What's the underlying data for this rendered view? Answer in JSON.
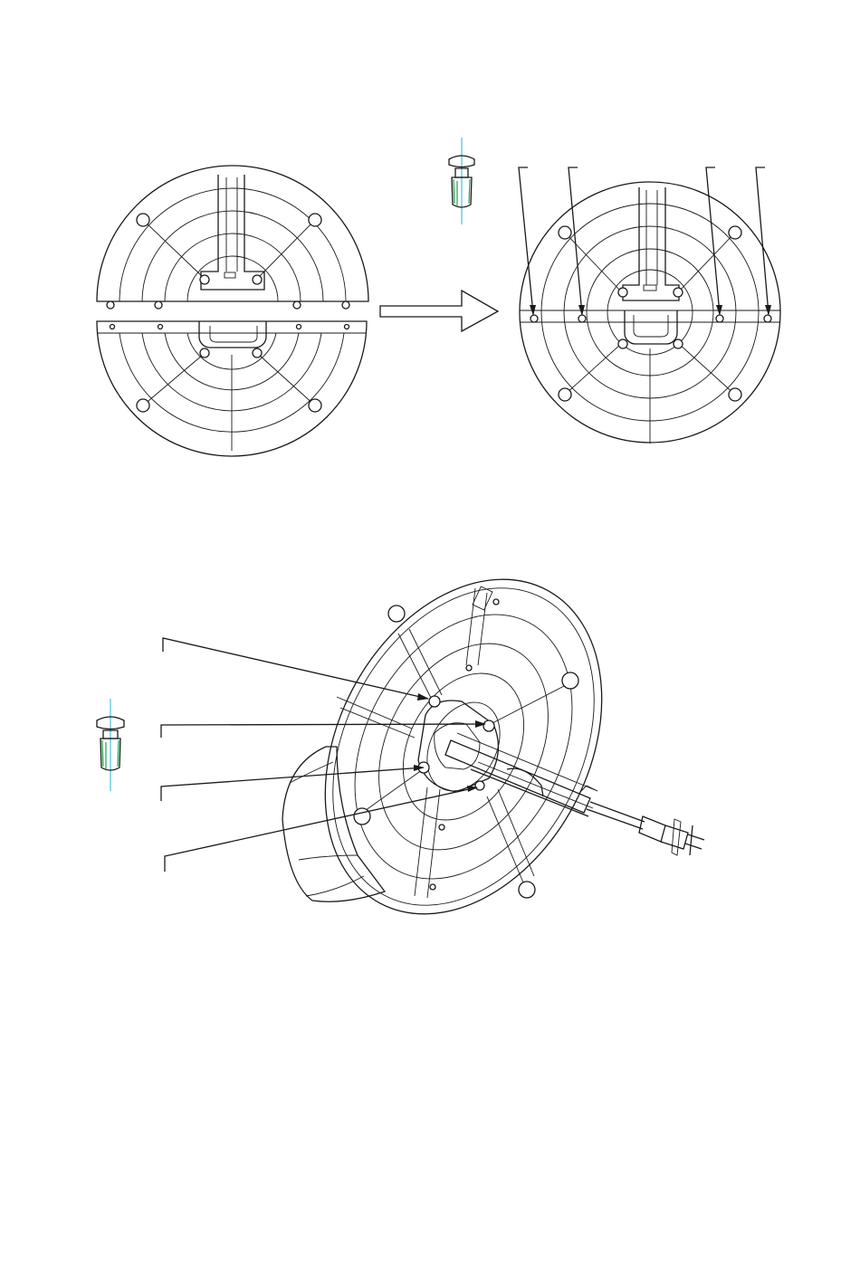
{
  "colors": {
    "line": "#1a1a1a",
    "screw_axis": "#22b5d6",
    "screw_thread": "#1aa34a",
    "background": "#ffffff"
  },
  "figures": [
    {
      "id": "base-halves-separated",
      "icon": "split-round-base"
    },
    {
      "id": "join-arrow",
      "icon": "right-arrow"
    },
    {
      "id": "base-halves-joined",
      "icon": "joined-round-base"
    },
    {
      "id": "base-attached-to-heater",
      "icon": "heater-base-assembly"
    }
  ],
  "parts": {
    "screw_icon": "screw-icon",
    "power_cord_icon": "power-cord-plug-icon"
  }
}
